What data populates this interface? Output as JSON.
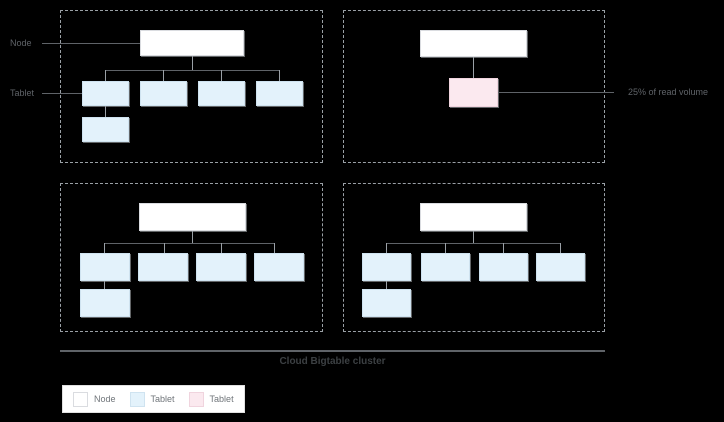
{
  "diagram": {
    "title_caption": "Cloud Bigtable cluster",
    "side_labels": {
      "node": "Node",
      "tablet": "Tablet"
    },
    "annotations": {
      "hot_tablet": "25% of read volume"
    },
    "colors": {
      "node_fill": "#ffffff",
      "tablet_fill": "#e3f2fb",
      "hot_tablet_fill": "#fbe9ef",
      "line": "#5f6368",
      "dashed_border": "#9aa0a6",
      "text": "#5f6368"
    },
    "legend": {
      "items": [
        {
          "label": "Node",
          "swatch": "node"
        },
        {
          "label": "Tablet",
          "swatch": "tablet"
        },
        {
          "label": "Tablet",
          "swatch": "hot"
        }
      ]
    },
    "quadrants": [
      {
        "id": "top-left",
        "node_count": 1,
        "tablet_count": 5,
        "hot_tablet_count": 0
      },
      {
        "id": "top-right",
        "node_count": 1,
        "tablet_count": 0,
        "hot_tablet_count": 1
      },
      {
        "id": "bottom-left",
        "node_count": 1,
        "tablet_count": 5,
        "hot_tablet_count": 0
      },
      {
        "id": "bottom-right",
        "node_count": 1,
        "tablet_count": 5,
        "hot_tablet_count": 0
      }
    ]
  }
}
